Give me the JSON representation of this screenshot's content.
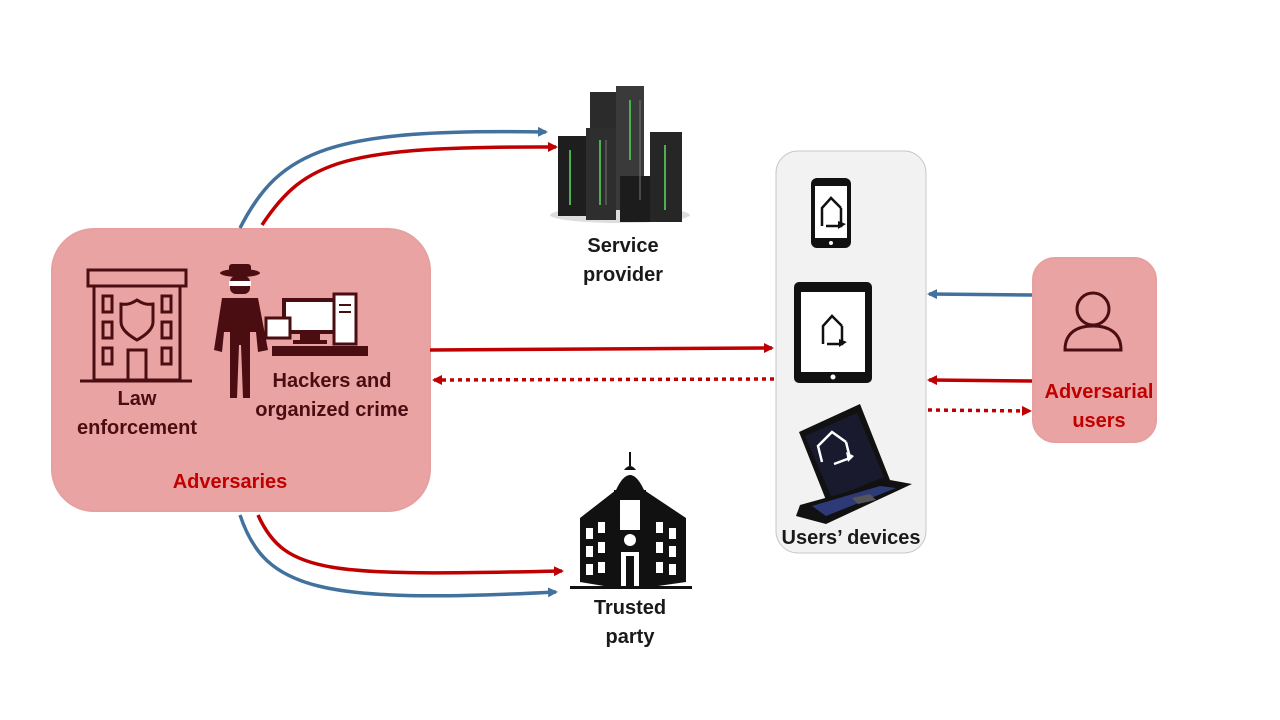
{
  "labels": {
    "service_provider": [
      "Service",
      "provider"
    ],
    "law_enforcement": [
      "Law",
      "enforcement"
    ],
    "hackers": [
      "Hackers and",
      "organized crime"
    ],
    "adversaries": "Adversaries",
    "trusted_party": [
      "Trusted",
      "party"
    ],
    "users_devices": "Users’ devices",
    "adversarial_users": [
      "Adversarial",
      "users"
    ]
  },
  "colors": {
    "blue": "#41719c",
    "red": "#c00000",
    "adversary_fill": "#e9a3a3",
    "adversary_border": "#e7a0a0",
    "devices_fill": "#f2f2f2",
    "maroon": "#4a0d12"
  },
  "icons": [
    "police-station-icon",
    "hacker-icon",
    "computer-icon",
    "server-rack-icon",
    "smartphone-icon",
    "tablet-icon",
    "laptop-icon",
    "user-icon",
    "trusted-building-icon"
  ]
}
